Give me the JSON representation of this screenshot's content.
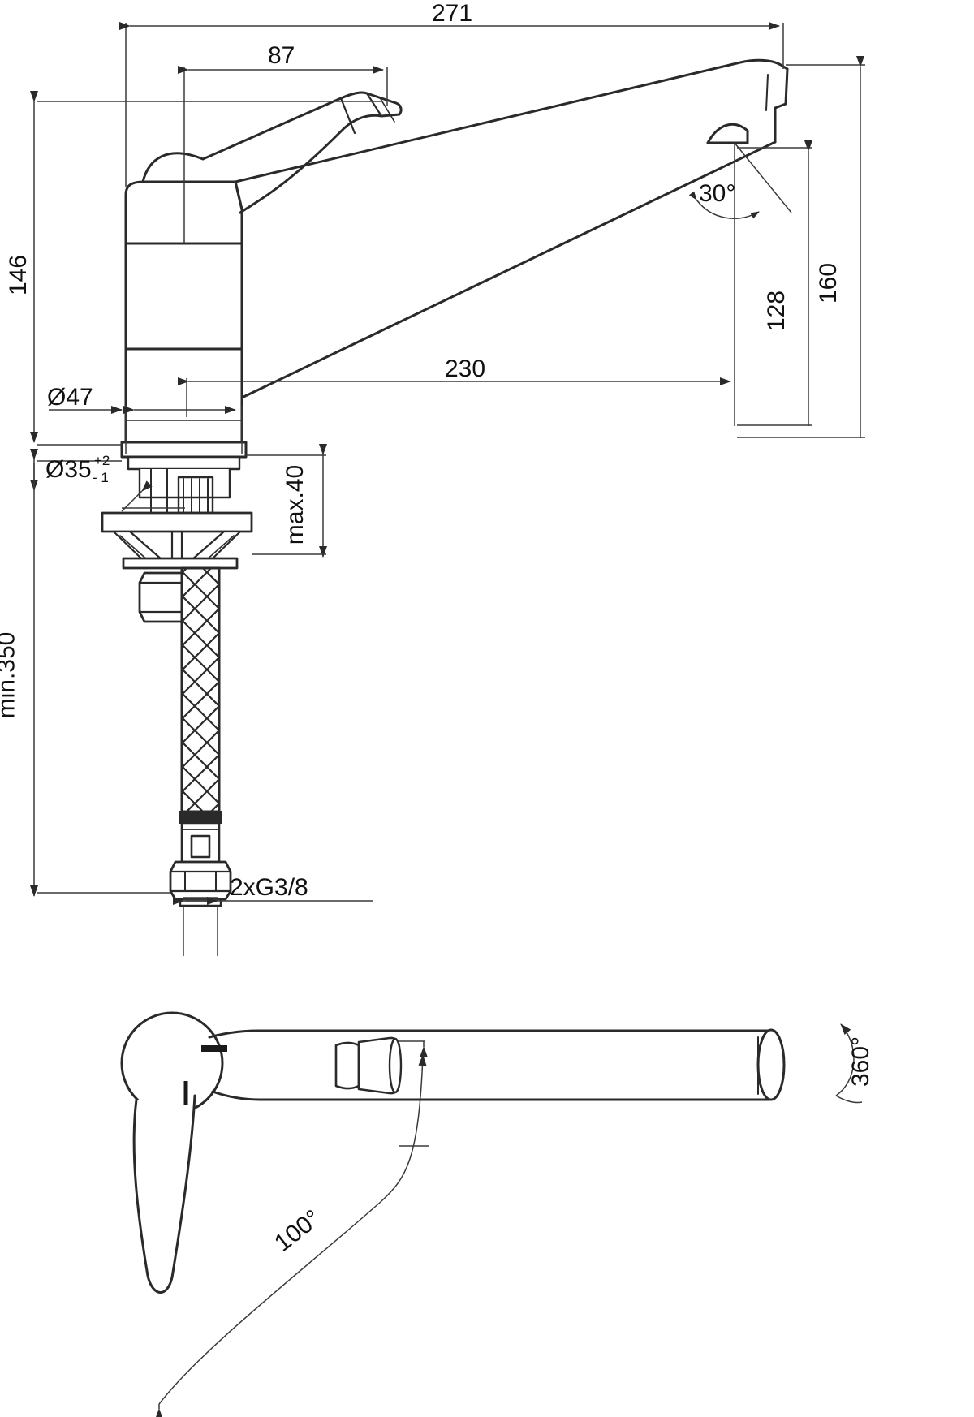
{
  "drawing": {
    "title": "Single-lever kitchen mixer tap technical dimension drawing",
    "units": "mm",
    "line_color": "#1a1a1a",
    "dim_line_color": "#3a3a3a",
    "background": "#ffffff"
  },
  "views": {
    "elevation": {
      "name": "side-elevation-view"
    },
    "plan": {
      "name": "top-plan-view"
    }
  },
  "dimensions": {
    "overall_length": "271",
    "handle_offset": "87",
    "body_height": "146",
    "spout_reach": "230",
    "spout_height_outlet": "128",
    "spout_height_top": "160",
    "aerator_angle": "30°",
    "body_diameter": "Ø47",
    "hole_diameter": "Ø35",
    "hole_tol_plus": "+2",
    "hole_tol_minus": "- 1",
    "deck_thickness": "max.40",
    "supply_length": "min.350",
    "connection_thread": "2xG3/8",
    "swivel_range": "360°",
    "lever_range": "100°"
  }
}
